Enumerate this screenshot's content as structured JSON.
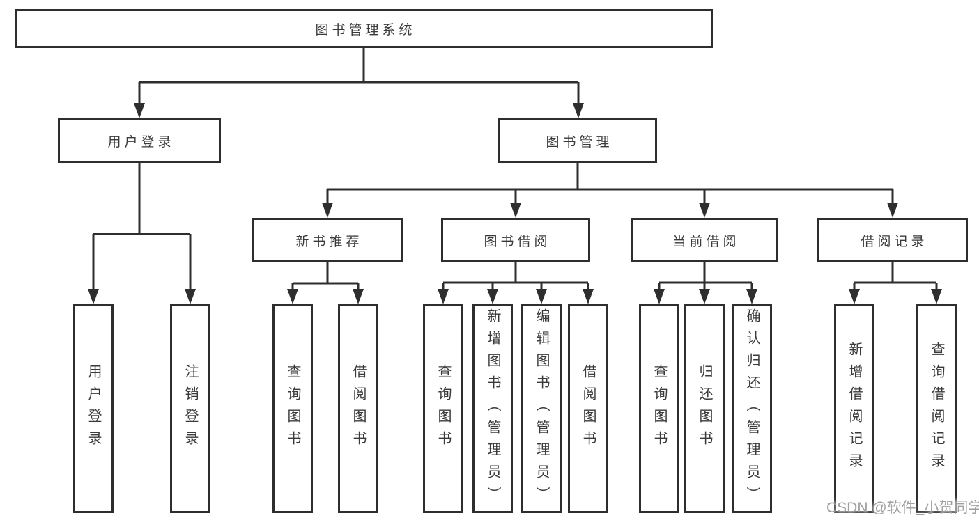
{
  "diagram": {
    "root": {
      "label": "图书管理系统"
    },
    "level2": [
      {
        "label": "用户登录"
      },
      {
        "label": "图书管理"
      }
    ],
    "level3": [
      {
        "label": "新书推荐",
        "parent": "图书管理"
      },
      {
        "label": "图书借阅",
        "parent": "图书管理"
      },
      {
        "label": "当前借阅",
        "parent": "图书管理"
      },
      {
        "label": "借阅记录",
        "parent": "图书管理"
      }
    ],
    "leaves": [
      {
        "label": "用户登录",
        "parent": "用户登录"
      },
      {
        "label": "注销登录",
        "parent": "用户登录"
      },
      {
        "label": "查询图书",
        "parent": "新书推荐"
      },
      {
        "label": "借阅图书",
        "parent": "新书推荐"
      },
      {
        "label": "查询图书",
        "parent": "图书借阅"
      },
      {
        "label": "新增图书（管理员）",
        "parent": "图书借阅"
      },
      {
        "label": "编辑图书（管理员）",
        "parent": "图书借阅"
      },
      {
        "label": "借阅图书",
        "parent": "图书借阅"
      },
      {
        "label": "查询图书",
        "parent": "当前借阅"
      },
      {
        "label": "归还图书",
        "parent": "当前借阅"
      },
      {
        "label": "确认归还（管理员）",
        "parent": "当前借阅"
      },
      {
        "label": "新增借阅记录",
        "parent": "借阅记录"
      },
      {
        "label": "查询借阅记录",
        "parent": "借阅记录"
      }
    ]
  },
  "watermark": {
    "text": "CSDN @软件_小贺同学"
  },
  "colors": {
    "line": "#2e2e2e",
    "box_border": "#2e2e2e",
    "text": "#3a3a3a",
    "watermark": "#9a9a9a",
    "background": "#ffffff"
  }
}
